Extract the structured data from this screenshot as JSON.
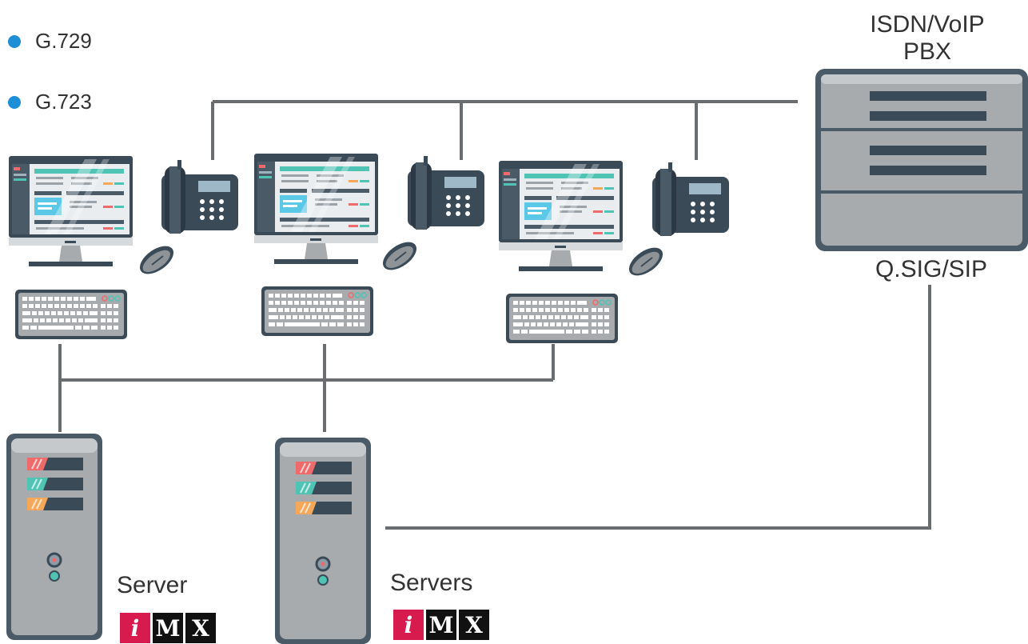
{
  "legend": [
    {
      "label": "G.729",
      "color": "#1e8fd6"
    },
    {
      "label": "G.723",
      "color": "#1e8fd6"
    }
  ],
  "pbx": {
    "title_line1": "ISDN/VoIP",
    "title_line2": "PBX",
    "protocol": "Q.SIG/SIP"
  },
  "servers": [
    {
      "label": "Server",
      "brand": [
        "i",
        "M",
        "X"
      ]
    },
    {
      "label": "Servers",
      "brand": [
        "i",
        "M",
        "X"
      ]
    }
  ],
  "colors": {
    "line": "#6a6d70",
    "device_dark": "#3a4a57",
    "device_grey": "#a7abae",
    "accent_teal": "#4fc3b4",
    "accent_red": "#ef6a6a",
    "accent_orange": "#f5a85a",
    "brand_red": "#d81b4f",
    "brand_black": "#111111"
  }
}
